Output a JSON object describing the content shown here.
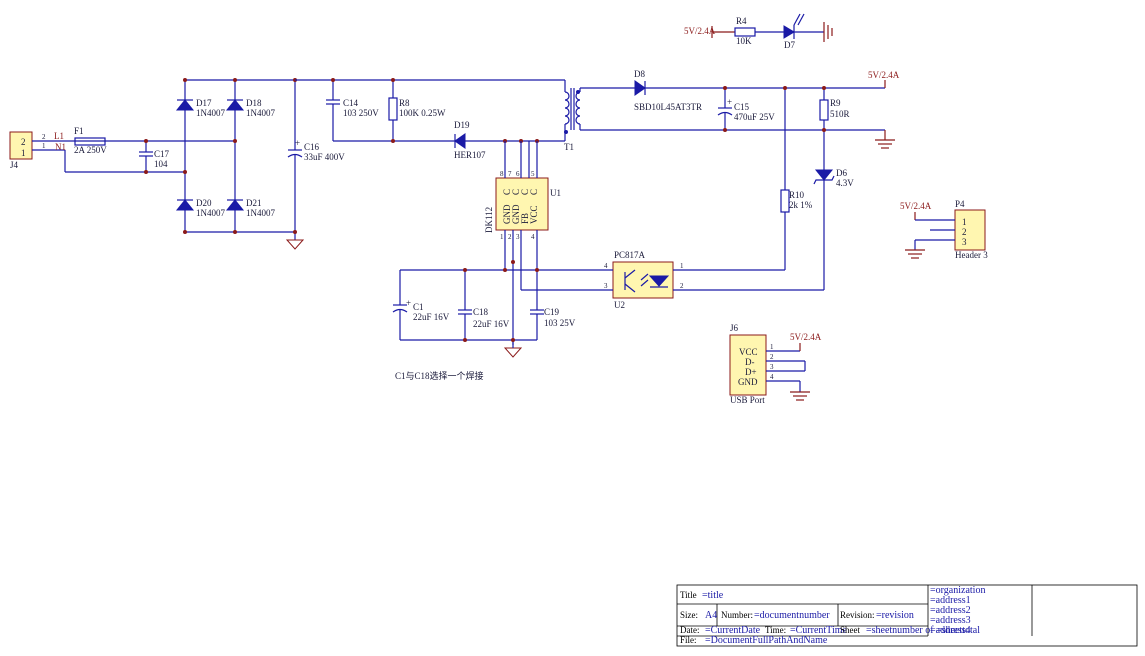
{
  "netlabels": {
    "led": "5V/2.4A",
    "out": "5V/2.4A",
    "p4": "5V/2.4A",
    "usb": "5V/2.4A",
    "l1": "L1",
    "n1": "N1"
  },
  "components": {
    "r4": {
      "ref": "R4",
      "value": "10K"
    },
    "d7": {
      "ref": "D7"
    },
    "j4": {
      "ref": "J4",
      "pins": [
        "2",
        "1"
      ]
    },
    "f1": {
      "ref": "F1",
      "value": "2A 250V"
    },
    "c17": {
      "ref": "C17",
      "value": "104"
    },
    "d17": {
      "ref": "D17",
      "value": "1N4007"
    },
    "d18": {
      "ref": "D18",
      "value": "1N4007"
    },
    "d20": {
      "ref": "D20",
      "value": "1N4007"
    },
    "d21": {
      "ref": "D21",
      "value": "1N4007"
    },
    "c16": {
      "ref": "C16",
      "value": "33uF 400V"
    },
    "c14": {
      "ref": "C14",
      "value": "103 250V"
    },
    "r8": {
      "ref": "R8",
      "value": "100K 0.25W"
    },
    "d19": {
      "ref": "D19",
      "value": "HER107"
    },
    "t1": {
      "ref": "T1"
    },
    "d8": {
      "ref": "D8",
      "value": "SBD10L45AT3TR"
    },
    "c15": {
      "ref": "C15",
      "value": "470uF 25V"
    },
    "r9": {
      "ref": "R9",
      "value": "510R"
    },
    "d6": {
      "ref": "D6",
      "value": "4.3V"
    },
    "r10": {
      "ref": "R10",
      "value": "2k 1%"
    },
    "u1": {
      "ref": "U1",
      "part": "DK112",
      "top_pins": [
        "8",
        "7",
        "6",
        "5"
      ],
      "bottom_pins": [
        "1",
        "2",
        "3",
        "4"
      ],
      "pin_names": [
        "GND",
        "GND",
        "FB",
        "VCC",
        "C",
        "C",
        "C",
        "C"
      ]
    },
    "u2": {
      "ref": "U2",
      "part": "PC817A",
      "pins": [
        "4",
        "3",
        "1",
        "2"
      ]
    },
    "c1": {
      "ref": "C1",
      "value": "22uF 16V"
    },
    "c18": {
      "ref": "C18",
      "value": "22uF 16V"
    },
    "c19": {
      "ref": "C19",
      "value": "103 25V"
    },
    "p4": {
      "ref": "P4",
      "value": "Header 3",
      "pins": [
        "1",
        "2",
        "3"
      ]
    },
    "j6": {
      "ref": "J6",
      "value": "USB Port",
      "pins": [
        "VCC",
        "D-",
        "D+",
        "GND"
      ],
      "nums": [
        "1",
        "2",
        "3",
        "4"
      ]
    }
  },
  "notes": {
    "c1_c18": "C1与C18选择一个焊接"
  },
  "titleblock": {
    "title_label": "Title",
    "title_value": "=title",
    "size_label": "Size:",
    "size_value": "A4",
    "number_label": "Number:",
    "number_value": "=documentnumber",
    "revision_label": "Revision:",
    "revision_value": "=revision",
    "date_label": "Date:",
    "date_value": "=CurrentDate",
    "time_label": "Time:",
    "time_value": "=CurrentTime",
    "sheet_label": "Sheet",
    "sheet_value": "=sheetnumber of =sheettotal",
    "file_label": "File:",
    "file_value": "=DocumentFullPathAndName",
    "organization": "=organization",
    "address1": "=address1",
    "address2": "=address2",
    "address3": "=address3",
    "address4": "=address4"
  }
}
